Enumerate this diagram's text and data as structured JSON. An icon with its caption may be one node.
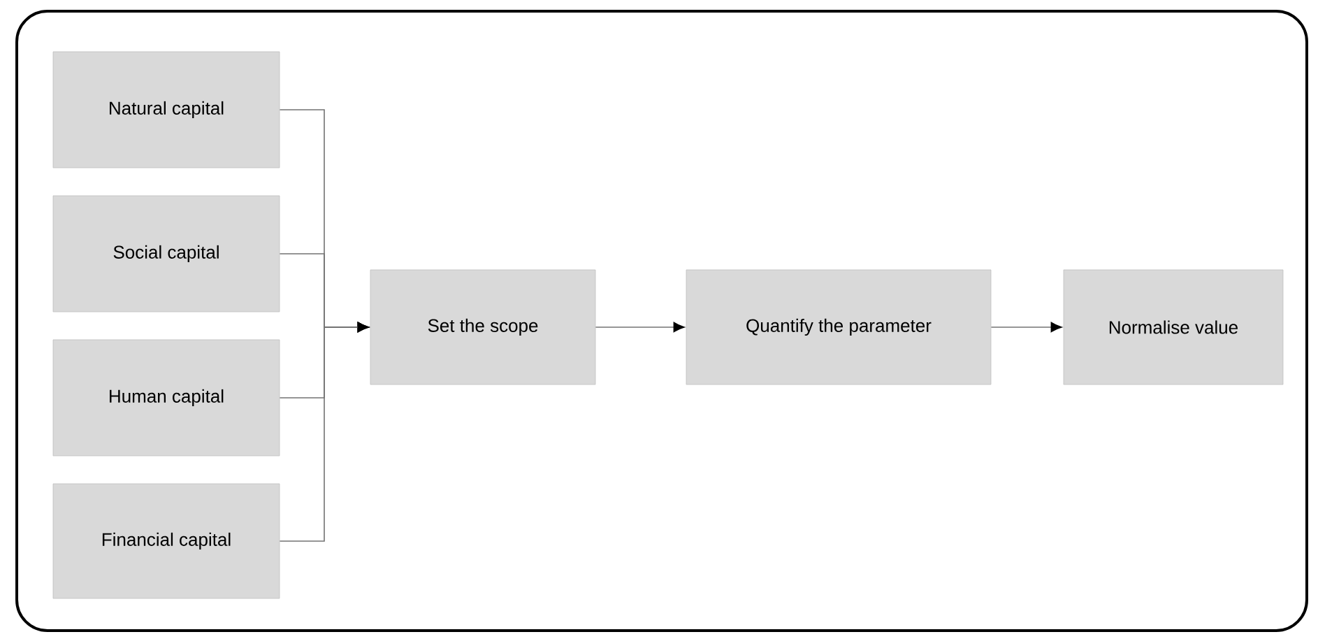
{
  "diagram": {
    "nodes": [
      {
        "text": [
          "Natural capital"
        ]
      },
      {
        "text": [
          "Social capital"
        ]
      },
      {
        "text": [
          "Human capital"
        ]
      },
      {
        "text": [
          "Financial capital"
        ]
      },
      {
        "text": [
          "Set the scope"
        ]
      },
      {
        "text": [
          "Quantify the parameter"
        ]
      },
      {
        "text": [
          "Normalise value"
        ]
      }
    ],
    "edges": [
      {
        "from": 0,
        "to": 4,
        "arrow": "to"
      },
      {
        "from": 1,
        "to": 4,
        "arrow": "to"
      },
      {
        "from": 2,
        "to": 4,
        "arrow": "to"
      },
      {
        "from": 3,
        "to": 4,
        "arrow": "to"
      },
      {
        "from": 4,
        "to": 5,
        "arrow": "to"
      },
      {
        "from": 5,
        "to": 6,
        "arrow": "to"
      }
    ]
  }
}
